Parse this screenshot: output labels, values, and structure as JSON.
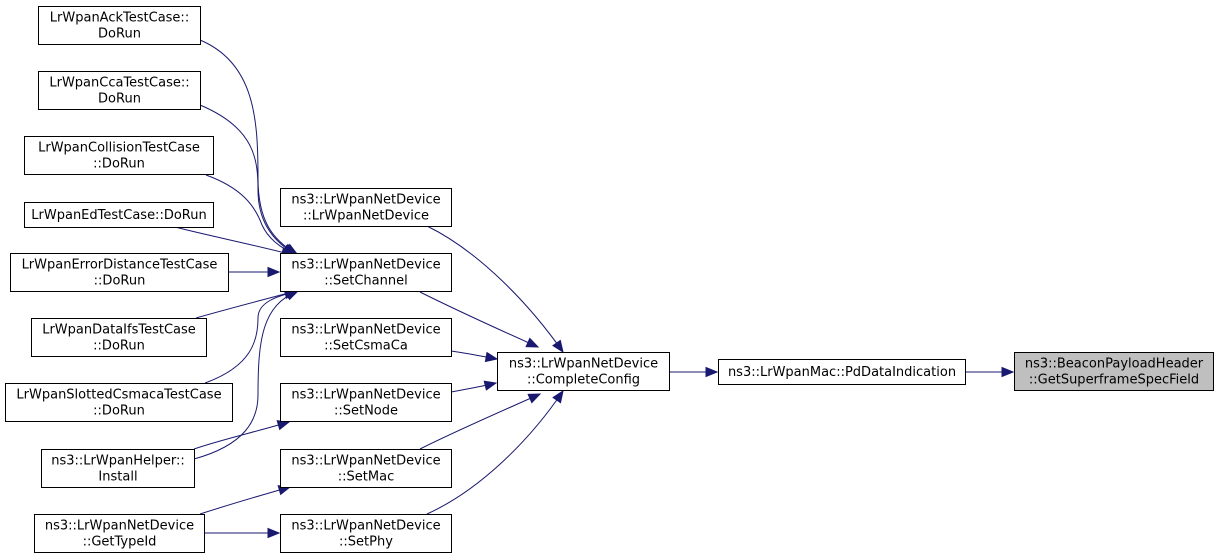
{
  "diagram": {
    "nodes": [
      {
        "id": "ack",
        "lines": [
          "LrWpanAckTestCase::",
          "DoRun"
        ],
        "focus": false
      },
      {
        "id": "cca",
        "lines": [
          "LrWpanCcaTestCase::",
          "DoRun"
        ],
        "focus": false
      },
      {
        "id": "collision",
        "lines": [
          "LrWpanCollisionTestCase",
          "::DoRun"
        ],
        "focus": false
      },
      {
        "id": "ed",
        "lines": [
          "LrWpanEdTestCase::DoRun"
        ],
        "focus": false
      },
      {
        "id": "errdist",
        "lines": [
          "LrWpanErrorDistanceTestCase",
          "::DoRun"
        ],
        "focus": false
      },
      {
        "id": "dataifs",
        "lines": [
          "LrWpanDataIfsTestCase",
          "::DoRun"
        ],
        "focus": false
      },
      {
        "id": "slotted",
        "lines": [
          "LrWpanSlottedCsmacaTestCase",
          "::DoRun"
        ],
        "focus": false
      },
      {
        "id": "helper",
        "lines": [
          "ns3::LrWpanHelper::",
          "Install"
        ],
        "focus": false
      },
      {
        "id": "gettypeid",
        "lines": [
          "ns3::LrWpanNetDevice",
          "::GetTypeId"
        ],
        "focus": false
      },
      {
        "id": "ctor",
        "lines": [
          "ns3::LrWpanNetDevice",
          "::LrWpanNetDevice"
        ],
        "focus": false
      },
      {
        "id": "setchannel",
        "lines": [
          "ns3::LrWpanNetDevice",
          "::SetChannel"
        ],
        "focus": false
      },
      {
        "id": "setcsmaca",
        "lines": [
          "ns3::LrWpanNetDevice",
          "::SetCsmaCa"
        ],
        "focus": false
      },
      {
        "id": "setnode",
        "lines": [
          "ns3::LrWpanNetDevice",
          "::SetNode"
        ],
        "focus": false
      },
      {
        "id": "setmac",
        "lines": [
          "ns3::LrWpanNetDevice",
          "::SetMac"
        ],
        "focus": false
      },
      {
        "id": "setphy",
        "lines": [
          "ns3::LrWpanNetDevice",
          "::SetPhy"
        ],
        "focus": false
      },
      {
        "id": "completeconfig",
        "lines": [
          "ns3::LrWpanNetDevice",
          "::CompleteConfig"
        ],
        "focus": false
      },
      {
        "id": "pddata",
        "lines": [
          "ns3::LrWpanMac::PdDataIndication"
        ],
        "focus": false
      },
      {
        "id": "getsuperframe",
        "lines": [
          "ns3::BeaconPayloadHeader",
          "::GetSuperframeSpecField"
        ],
        "focus": true
      }
    ],
    "edges": [
      {
        "from": "ack",
        "to": "setchannel"
      },
      {
        "from": "cca",
        "to": "setchannel"
      },
      {
        "from": "collision",
        "to": "setchannel"
      },
      {
        "from": "ed",
        "to": "setchannel"
      },
      {
        "from": "errdist",
        "to": "setchannel"
      },
      {
        "from": "dataifs",
        "to": "setchannel"
      },
      {
        "from": "slotted",
        "to": "setchannel"
      },
      {
        "from": "helper",
        "to": "setchannel"
      },
      {
        "from": "helper",
        "to": "setnode"
      },
      {
        "from": "gettypeid",
        "to": "setmac"
      },
      {
        "from": "gettypeid",
        "to": "setphy"
      },
      {
        "from": "ctor",
        "to": "completeconfig"
      },
      {
        "from": "setchannel",
        "to": "completeconfig"
      },
      {
        "from": "setcsmaca",
        "to": "completeconfig"
      },
      {
        "from": "setnode",
        "to": "completeconfig"
      },
      {
        "from": "setmac",
        "to": "completeconfig"
      },
      {
        "from": "setphy",
        "to": "completeconfig"
      },
      {
        "from": "completeconfig",
        "to": "pddata"
      },
      {
        "from": "pddata",
        "to": "getsuperframe"
      }
    ],
    "colors": {
      "edge": "#191970",
      "node_border": "#000000",
      "node_fill": "#ffffff",
      "focus_fill": "#bfbfbf"
    }
  }
}
